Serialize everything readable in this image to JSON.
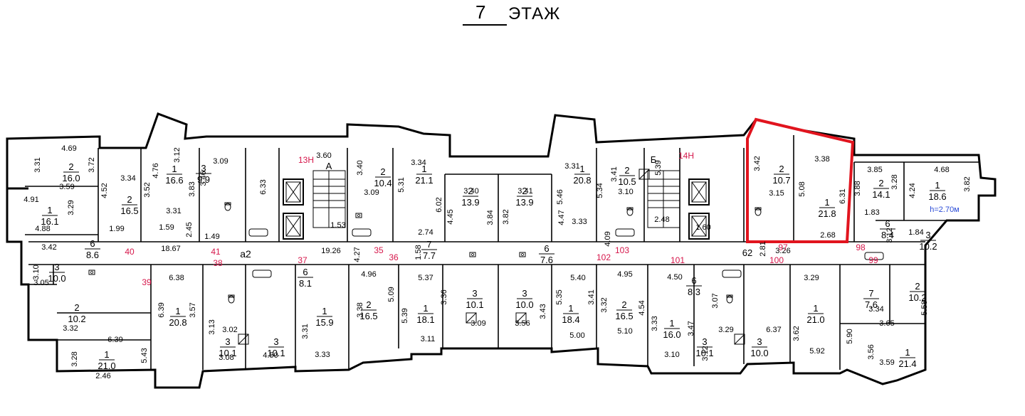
{
  "title": {
    "floor_number": "7",
    "floor_word": "ЭТАЖ"
  },
  "colors": {
    "wall": "#000000",
    "section_label": "#d6174b",
    "highlight": "#e1141e"
  },
  "icons": [
    "elevator-icon",
    "stair-icon",
    "bathtub-icon",
    "toilet-icon",
    "sink-icon",
    "ventilation-shaft-icon"
  ],
  "section_labels": [
    "13Н",
    "14Н",
    "40",
    "41",
    "38",
    "39",
    "37",
    "35",
    "36",
    "102",
    "103",
    "101",
    "100",
    "97",
    "98",
    "99"
  ],
  "stair_labels": [
    "А",
    "Б"
  ],
  "common_labels": [
    "а2",
    "62",
    "h=2.70м"
  ],
  "rooms": [
    {
      "n": "2",
      "area": "16.0"
    },
    {
      "n": "2",
      "area": "16.5"
    },
    {
      "n": "1",
      "area": "16.1"
    },
    {
      "n": "1",
      "area": "16.6"
    },
    {
      "n": "3",
      "area": "9.9"
    },
    {
      "n": "2",
      "area": "10.4"
    },
    {
      "n": "1",
      "area": "21.1"
    },
    {
      "n": "2",
      "area": "13.9"
    },
    {
      "n": "2",
      "area": "13.9"
    },
    {
      "n": "1",
      "area": "20.8"
    },
    {
      "n": "2",
      "area": "10.5"
    },
    {
      "n": "2",
      "area": "10.7"
    },
    {
      "n": "1",
      "area": "21.8"
    },
    {
      "n": "2",
      "area": "14.1"
    },
    {
      "n": "1",
      "area": "18.6"
    },
    {
      "n": "6",
      "area": "8.6"
    },
    {
      "n": "3",
      "area": "10.0"
    },
    {
      "n": "7",
      "area": "7.7"
    },
    {
      "n": "6",
      "area": "7.6"
    },
    {
      "n": "6",
      "area": "8.4"
    },
    {
      "n": "3",
      "area": "10.2"
    },
    {
      "n": "2",
      "area": "10.2"
    },
    {
      "n": "1",
      "area": "21.0"
    },
    {
      "n": "1",
      "area": "20.8"
    },
    {
      "n": "6",
      "area": "8.1"
    },
    {
      "n": "2",
      "area": "16.5"
    },
    {
      "n": "1",
      "area": "18.1"
    },
    {
      "n": "3",
      "area": "10.1"
    },
    {
      "n": "3",
      "area": "10.0"
    },
    {
      "n": "1",
      "area": "18.4"
    },
    {
      "n": "2",
      "area": "16.5"
    },
    {
      "n": "6",
      "area": "8.3"
    },
    {
      "n": "1",
      "area": "16.0"
    },
    {
      "n": "1",
      "area": "15.9"
    },
    {
      "n": "3",
      "area": "10.1"
    },
    {
      "n": "3",
      "area": "10.1"
    },
    {
      "n": "3",
      "area": "10.1"
    },
    {
      "n": "3",
      "area": "10.0"
    },
    {
      "n": "1",
      "area": "21.0"
    },
    {
      "n": "7",
      "area": "7.6"
    },
    {
      "n": "2",
      "area": "10.2"
    },
    {
      "n": "1",
      "area": "21.4"
    }
  ],
  "dimensions": [
    "4.69",
    "3.31",
    "3.72",
    "3.59",
    "4.91",
    "3.29",
    "4.88",
    "3.34",
    "4.52",
    "3.52",
    "1.99",
    "3.12",
    "4.76",
    "3.83",
    "3.31",
    "3.09",
    "3.46",
    "6.33",
    "3.60",
    "3.40",
    "3.09",
    "5.31",
    "3.34",
    "6.02",
    "2.74",
    "3.40",
    "4.45",
    "3.84",
    "3.41",
    "3.82",
    "4.47",
    "3.31",
    "5.46",
    "5.34",
    "3.33",
    "3.41",
    "3.10",
    "5.39",
    "2.48",
    "1.60",
    "3.42",
    "3.15",
    "3.38",
    "5.08",
    "6.31",
    "2.68",
    "3.85",
    "3.88",
    "3.28",
    "4.68",
    "4.24",
    "3.82",
    "3.42",
    "3.10",
    "3.05",
    "18.67",
    "19.26",
    "3.26",
    "6.38",
    "6.39",
    "3.57",
    "3.13",
    "3.02",
    "3.08",
    "4.50",
    "3.31",
    "3.33",
    "4.96",
    "5.09",
    "3.38",
    "5.37",
    "5.39",
    "3.36",
    "3.11",
    "3.09",
    "3.56",
    "3.43",
    "5.40",
    "5.35",
    "3.41",
    "5.00",
    "4.95",
    "3.32",
    "4.54",
    "5.10",
    "4.50",
    "3.33",
    "3.47",
    "3.10",
    "3.12",
    "3.29",
    "6.37",
    "3.29",
    "3.62",
    "5.92",
    "5.90",
    "3.65",
    "3.56",
    "3.59",
    "3.34",
    "5.58",
    "3.32",
    "6.39",
    "3.28",
    "2.46",
    "5.43",
    "1.83",
    "1.84",
    "1.58",
    "4.09",
    "1.59",
    "2.45",
    "1.49",
    "1.53",
    "4.27",
    "3.12",
    "2.81",
    "3.07"
  ]
}
